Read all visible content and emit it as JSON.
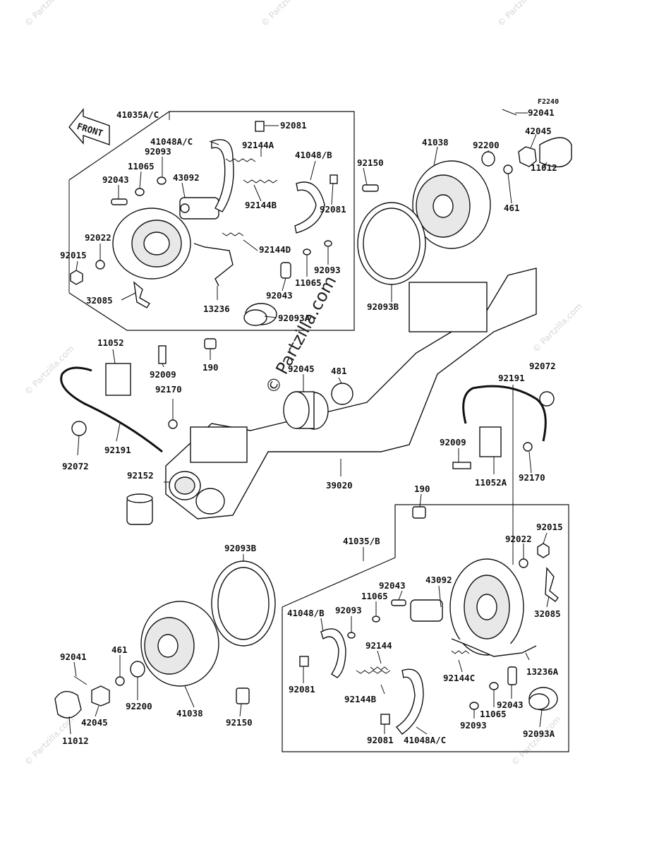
{
  "figure_code": "F2240",
  "front_label": "FRONT",
  "watermarks": {
    "center": "© Partzilla.com",
    "corner": "© Partzilla.com"
  },
  "labels": [
    {
      "id": "l1",
      "text": "F2240"
    },
    {
      "id": "l2",
      "text": "92041"
    },
    {
      "id": "l3",
      "text": "41035A/C"
    },
    {
      "id": "l4",
      "text": "92081"
    },
    {
      "id": "l5",
      "text": "42045"
    },
    {
      "id": "l6",
      "text": "41048A/C"
    },
    {
      "id": "l7",
      "text": "92093"
    },
    {
      "id": "l8",
      "text": "92144A"
    },
    {
      "id": "l9",
      "text": "41048/B"
    },
    {
      "id": "l10",
      "text": "41038"
    },
    {
      "id": "l11",
      "text": "92150"
    },
    {
      "id": "l12",
      "text": "92200"
    },
    {
      "id": "l13",
      "text": "11065"
    },
    {
      "id": "l14",
      "text": "43092"
    },
    {
      "id": "l15",
      "text": "11012"
    },
    {
      "id": "l16",
      "text": "92043"
    },
    {
      "id": "l17",
      "text": "92144B"
    },
    {
      "id": "l18",
      "text": "92081"
    },
    {
      "id": "l19",
      "text": "461"
    },
    {
      "id": "l20",
      "text": "92022"
    },
    {
      "id": "l21",
      "text": "92144D"
    },
    {
      "id": "l22",
      "text": "92015"
    },
    {
      "id": "l23",
      "text": "92093"
    },
    {
      "id": "l24",
      "text": "92043"
    },
    {
      "id": "l25",
      "text": "11065"
    },
    {
      "id": "l26",
      "text": "32085"
    },
    {
      "id": "l27",
      "text": "13236"
    },
    {
      "id": "l28",
      "text": "92093A"
    },
    {
      "id": "l29",
      "text": "92093B"
    },
    {
      "id": "l30",
      "text": "11052"
    },
    {
      "id": "l31",
      "text": "92009"
    },
    {
      "id": "l32",
      "text": "190"
    },
    {
      "id": "l33",
      "text": "92045"
    },
    {
      "id": "l34",
      "text": "481"
    },
    {
      "id": "l35",
      "text": "92072"
    },
    {
      "id": "l36",
      "text": "92170"
    },
    {
      "id": "l37",
      "text": "92191"
    },
    {
      "id": "l38",
      "text": "92009"
    },
    {
      "id": "l39",
      "text": "92191"
    },
    {
      "id": "l40",
      "text": "92072"
    },
    {
      "id": "l41",
      "text": "92152"
    },
    {
      "id": "l42",
      "text": "39020"
    },
    {
      "id": "l43",
      "text": "11052A"
    },
    {
      "id": "l44",
      "text": "92170"
    },
    {
      "id": "l45",
      "text": "190"
    },
    {
      "id": "l46",
      "text": "92015"
    },
    {
      "id": "l47",
      "text": "92093B"
    },
    {
      "id": "l48",
      "text": "41035/B"
    },
    {
      "id": "l49",
      "text": "92022"
    },
    {
      "id": "l50",
      "text": "92043"
    },
    {
      "id": "l51",
      "text": "43092"
    },
    {
      "id": "l52",
      "text": "11065"
    },
    {
      "id": "l53",
      "text": "41048/B"
    },
    {
      "id": "l54",
      "text": "92093"
    },
    {
      "id": "l55",
      "text": "32085"
    },
    {
      "id": "l56",
      "text": "92041"
    },
    {
      "id": "l57",
      "text": "461"
    },
    {
      "id": "l58",
      "text": "92144"
    },
    {
      "id": "l59",
      "text": "13236A"
    },
    {
      "id": "l60",
      "text": "92144C"
    },
    {
      "id": "l61",
      "text": "92144B"
    },
    {
      "id": "l62",
      "text": "92081"
    },
    {
      "id": "l63",
      "text": "92200"
    },
    {
      "id": "l64",
      "text": "42045"
    },
    {
      "id": "l65",
      "text": "41038"
    },
    {
      "id": "l66",
      "text": "92150"
    },
    {
      "id": "l67",
      "text": "92093"
    },
    {
      "id": "l68",
      "text": "92043"
    },
    {
      "id": "l69",
      "text": "11065"
    },
    {
      "id": "l70",
      "text": "11012"
    },
    {
      "id": "l71",
      "text": "92081"
    },
    {
      "id": "l72",
      "text": "41048A/C"
    },
    {
      "id": "l73",
      "text": "92093A"
    }
  ]
}
